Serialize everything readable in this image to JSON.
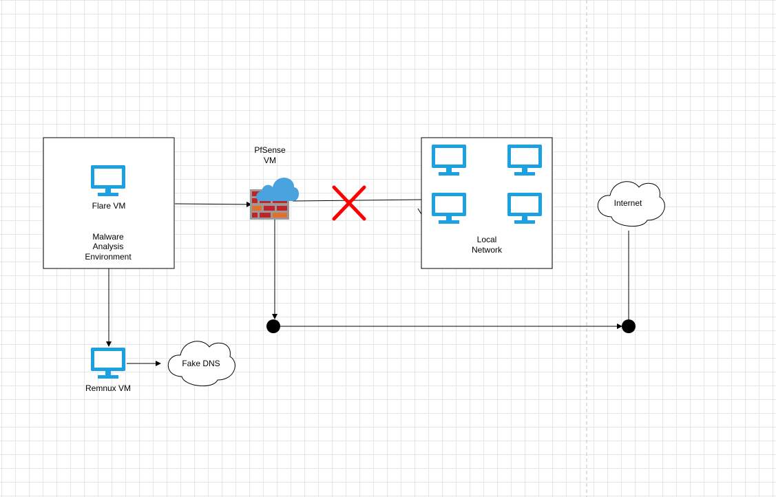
{
  "colors": {
    "monitor": "#1ba1e2",
    "firewall_brick": "#c0242b",
    "firewall_brick_alt": "#e0702a",
    "firewall_frame": "#9a9a9a",
    "cloud_icon": "#4aa3df",
    "block_cross": "#ff0000",
    "line": "#000000",
    "page_divider": "#c0c0c0"
  },
  "nodes": {
    "malware_env": {
      "vm_label": "Flare VM",
      "env_label_lines": [
        "Malware",
        "Analysis",
        "Environment"
      ],
      "icon": "monitor-icon"
    },
    "pfsense": {
      "label_lines": [
        "PfSense",
        "VM"
      ],
      "icon": "firewall-cloud-icon"
    },
    "local_network": {
      "label_lines": [
        "Local",
        "Network"
      ],
      "icon": "monitor-icon",
      "monitor_count": 4
    },
    "internet": {
      "label": "Internet",
      "icon": "cloud-shape"
    },
    "remnux": {
      "label": "Remnux VM",
      "icon": "monitor-icon"
    },
    "fake_dns": {
      "label": "Fake DNS",
      "icon": "cloud-shape"
    }
  },
  "edges": [
    {
      "from": "malware_env",
      "to": "pfsense"
    },
    {
      "from": "pfsense",
      "to": "local_network",
      "blocked": true,
      "marker": "red-x-icon"
    },
    {
      "from": "pfsense",
      "to": "junction_left"
    },
    {
      "from": "junction_left",
      "to": "junction_right"
    },
    {
      "from": "internet",
      "to": "junction_right"
    },
    {
      "from": "malware_env",
      "to": "remnux"
    },
    {
      "from": "remnux",
      "to": "fake_dns"
    }
  ]
}
